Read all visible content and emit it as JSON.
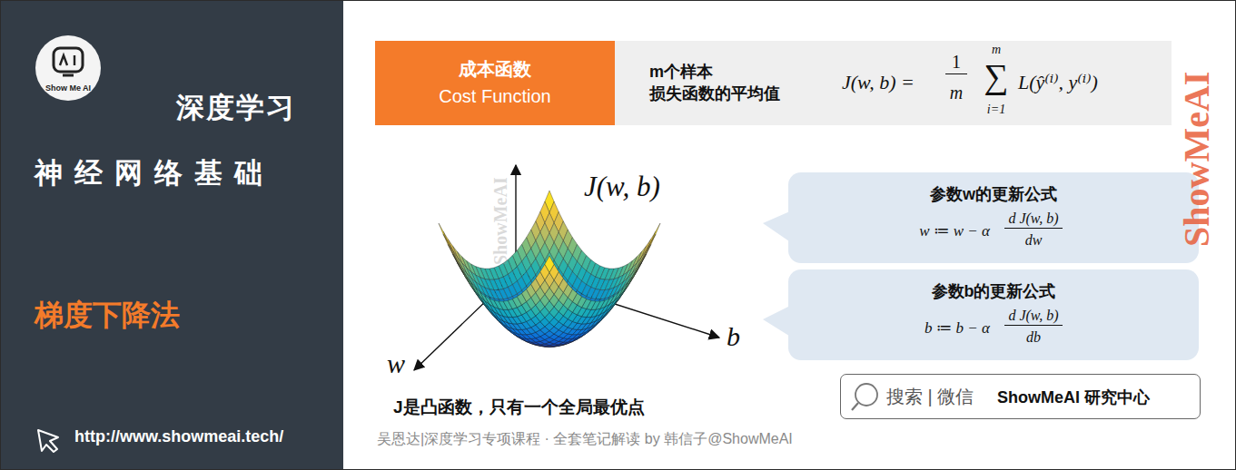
{
  "diagram": {
    "title": "梯度下降法",
    "nodes": [
      {
        "text": [
          "Show Me AI"
        ]
      },
      {
        "text": [
          "成本函数",
          "Cost Function"
        ]
      },
      {
        "text": [
          "m个样本 损失函数的平均值",
          "J(w, b) =",
          "1",
          "m",
          "∑",
          "m",
          "i=1",
          "L(ŷ⁽ⁱ⁾, y⁽ⁱ⁾)"
        ]
      },
      {
        "text": [
          "参数w的更新公式",
          "w ≔ w − α",
          "d J(w, b)",
          "dw"
        ]
      },
      {
        "text": [
          "参数b的更新公式",
          "b ≔ b − α",
          "d J(w, b)",
          "db"
        ]
      },
      {
        "text": [
          "搜索 | 微信",
          "ShowMeAI 研究中心"
        ]
      }
    ],
    "labels": [
      "深度学习",
      "神经网络基础",
      "http://www.showmeai.tech/",
      "J(w, b)",
      "w",
      "b",
      "ShowMeAI",
      "J是凸函数，只有一个全局最优点",
      "吴恩达|深度学习专项课程 · 全套笔记解读 by 韩信子@ShowMeAI",
      "ShowMeAI"
    ]
  }
}
